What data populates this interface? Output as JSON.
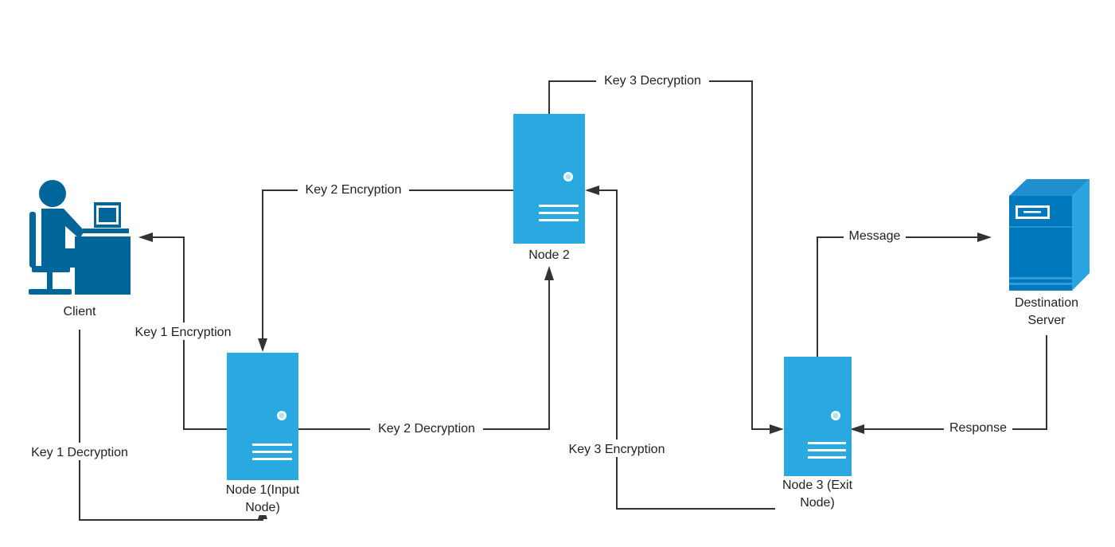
{
  "colors": {
    "server": "#29a9e0",
    "client": "#006699",
    "destination_front": "#0078be",
    "destination_side": "#2aa5e0",
    "line": "#333333"
  },
  "nodes": {
    "client": {
      "label": "Client",
      "icon": "user-at-computer-icon"
    },
    "node1": {
      "line1": "Node 1(Input",
      "line2": "Node)",
      "icon": "server-icon"
    },
    "node2": {
      "label": "Node 2",
      "icon": "server-icon"
    },
    "node3": {
      "line1": "Node 3 (Exit",
      "line2": "Node)",
      "icon": "server-icon"
    },
    "destination": {
      "line1": "Destination",
      "line2": "Server",
      "icon": "server-tower-icon"
    }
  },
  "edges": {
    "key1_encryption": "Key 1 Encryption",
    "key1_decryption": "Key 1 Decryption",
    "key2_encryption": "Key 2 Encryption",
    "key2_decryption": "Key 2 Decryption",
    "key3_encryption": "Key 3 Encryption",
    "key3_decryption": "Key 3 Decryption",
    "message": "Message",
    "response": "Response"
  }
}
